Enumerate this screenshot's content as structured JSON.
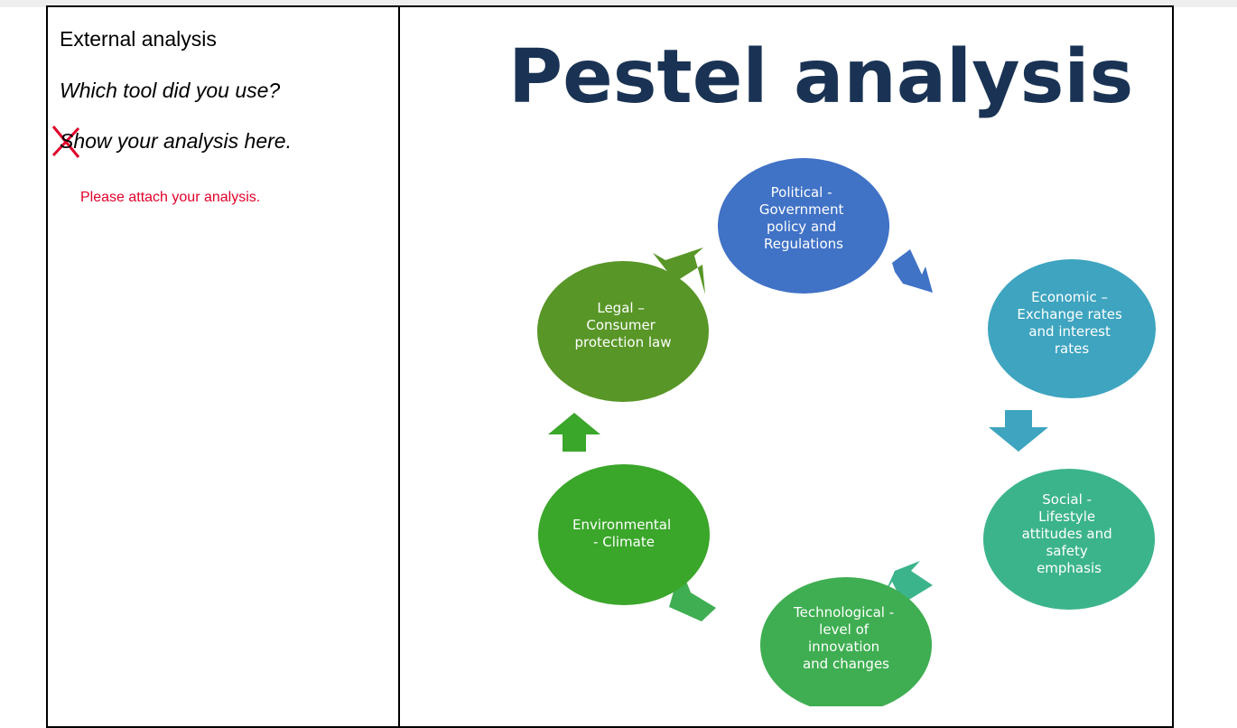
{
  "left": {
    "title": "External analysis",
    "question": "Which tool did you use?",
    "instruction": "Show your analysis here.",
    "attach_note": "Please attach your analysis."
  },
  "diagram": {
    "headline": "Pestel analysis",
    "colors": {
      "headline": "#1a3354",
      "political": "#4072c6",
      "economic": "#3ea4bf",
      "social": "#3cb48b",
      "technological": "#3fae52",
      "environmental": "#3aa62a",
      "legal": "#589627",
      "annotation": "#e0002a"
    },
    "nodes": {
      "political": [
        "Political -",
        "Government",
        "policy and",
        "Regulations"
      ],
      "economic": [
        "Economic –",
        "Exchange rates",
        "and interest",
        "rates"
      ],
      "social": [
        "Social -",
        "Lifestyle",
        "attitudes and",
        "safety",
        "emphasis"
      ],
      "technological": [
        "Technological -",
        "level of",
        "innovation",
        "and changes"
      ],
      "environmental": [
        "Environmental",
        "- Climate"
      ],
      "legal": [
        "Legal –",
        "Consumer",
        "protection law"
      ]
    }
  }
}
